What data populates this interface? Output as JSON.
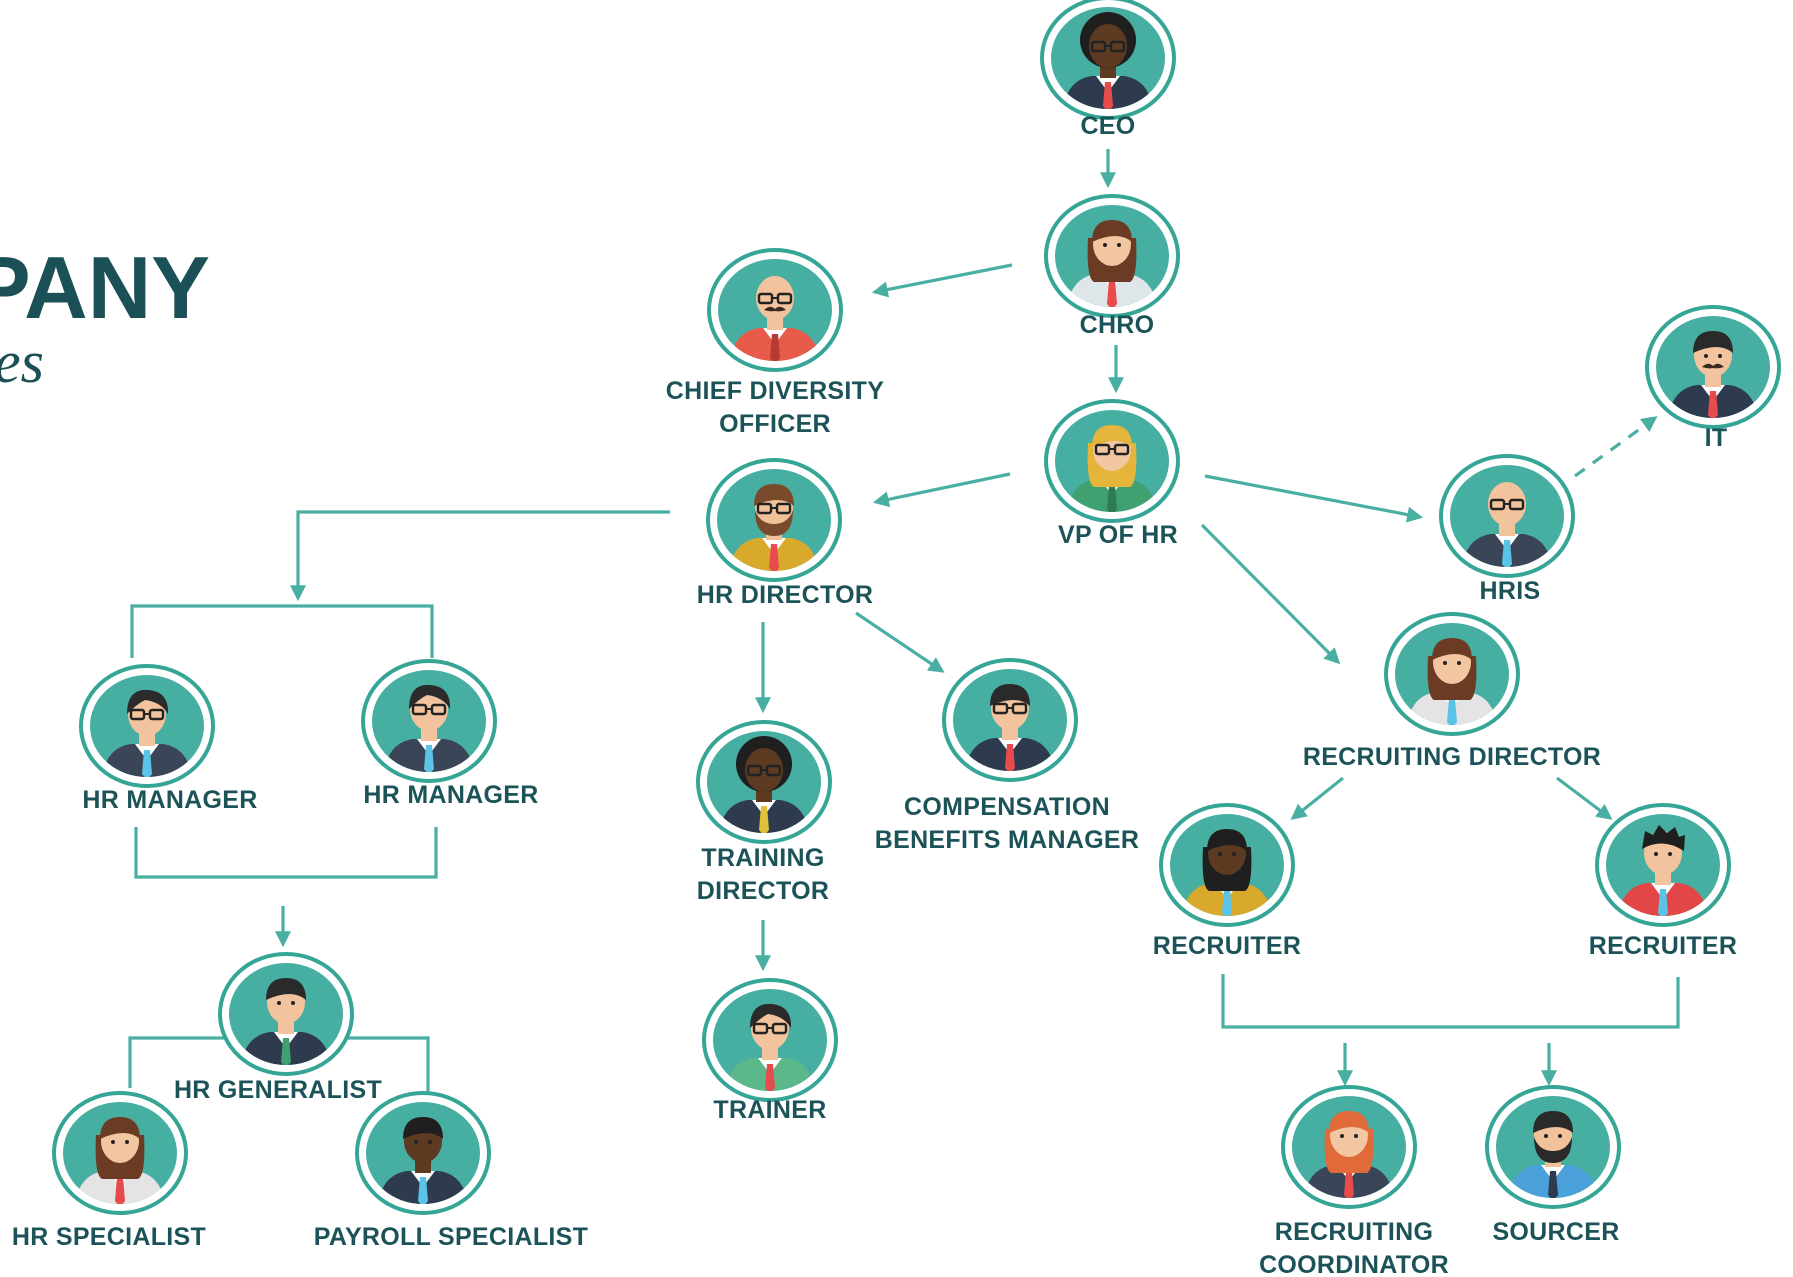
{
  "title": {
    "main": "PANY",
    "sub": "es"
  },
  "colors": {
    "accent": "#4aafa3",
    "label": "#1c5358",
    "ring": "#35a596",
    "face_bg": "#46afa2"
  },
  "nodes": [
    {
      "id": "ceo",
      "label": [
        "CEO"
      ],
      "icon": "ceo-avatar-icon"
    },
    {
      "id": "chro",
      "label": [
        "CHRO"
      ],
      "icon": "chro-avatar-icon"
    },
    {
      "id": "cdo",
      "label": [
        "CHIEF DIVERSITY",
        "OFFICER"
      ],
      "icon": "chief-diversity-officer-avatar-icon"
    },
    {
      "id": "vphr",
      "label": [
        "VP OF HR"
      ],
      "icon": "vp-of-hr-avatar-icon"
    },
    {
      "id": "it",
      "label": [
        "IT"
      ],
      "icon": "it-avatar-icon"
    },
    {
      "id": "hris",
      "label": [
        "HRIS"
      ],
      "icon": "hris-avatar-icon"
    },
    {
      "id": "hrdir",
      "label": [
        "HR DIRECTOR"
      ],
      "icon": "hr-director-avatar-icon"
    },
    {
      "id": "recdir",
      "label": [
        "RECRUITING DIRECTOR"
      ],
      "icon": "recruiting-director-avatar-icon"
    },
    {
      "id": "hrm1",
      "label": [
        "HR MANAGER"
      ],
      "icon": "hr-manager-avatar-icon"
    },
    {
      "id": "hrm2",
      "label": [
        "HR MANAGER"
      ],
      "icon": "hr-manager-avatar-icon"
    },
    {
      "id": "train",
      "label": [
        "TRAINING",
        "DIRECTOR"
      ],
      "icon": "training-director-avatar-icon"
    },
    {
      "id": "comp",
      "label": [
        "COMPENSATION",
        "BENEFITS MANAGER"
      ],
      "icon": "compensation-benefits-manager-avatar-icon"
    },
    {
      "id": "rec1",
      "label": [
        "RECRUITER"
      ],
      "icon": "recruiter-avatar-icon"
    },
    {
      "id": "rec2",
      "label": [
        "RECRUITER"
      ],
      "icon": "recruiter-avatar-icon"
    },
    {
      "id": "gen",
      "label": [
        "HR GENERALIST"
      ],
      "icon": "hr-generalist-avatar-icon"
    },
    {
      "id": "trainer",
      "label": [
        "TRAINER"
      ],
      "icon": "trainer-avatar-icon"
    },
    {
      "id": "spec",
      "label": [
        "HR SPECIALIST"
      ],
      "icon": "hr-specialist-avatar-icon"
    },
    {
      "id": "payroll",
      "label": [
        "PAYROLL SPECIALIST"
      ],
      "icon": "payroll-specialist-avatar-icon"
    },
    {
      "id": "coord",
      "label": [
        "RECRUITING",
        "COORDINATOR"
      ],
      "icon": "recruiting-coordinator-avatar-icon"
    },
    {
      "id": "sourcer",
      "label": [
        "SOURCER"
      ],
      "icon": "sourcer-avatar-icon"
    }
  ],
  "edges": [
    {
      "from": "CEO",
      "to": "CHRO"
    },
    {
      "from": "CHRO",
      "to": "CHIEF DIVERSITY OFFICER"
    },
    {
      "from": "CHRO",
      "to": "VP OF HR"
    },
    {
      "from": "VP OF HR",
      "to": "HR DIRECTOR"
    },
    {
      "from": "VP OF HR",
      "to": "HRIS"
    },
    {
      "from": "VP OF HR",
      "to": "RECRUITING DIRECTOR"
    },
    {
      "from": "HRIS",
      "to": "IT",
      "style": "dashed"
    },
    {
      "from": "HR DIRECTOR",
      "to": "HR MANAGER"
    },
    {
      "from": "HR DIRECTOR",
      "to": "TRAINING DIRECTOR"
    },
    {
      "from": "HR DIRECTOR",
      "to": "COMPENSATION BENEFITS MANAGER"
    },
    {
      "from": "TRAINING DIRECTOR",
      "to": "TRAINER"
    },
    {
      "from": "HR MANAGER",
      "to": "HR GENERALIST"
    },
    {
      "from": "HR GENERALIST",
      "to": "HR SPECIALIST"
    },
    {
      "from": "HR GENERALIST",
      "to": "PAYROLL SPECIALIST"
    },
    {
      "from": "RECRUITING DIRECTOR",
      "to": "RECRUITER"
    },
    {
      "from": "RECRUITER",
      "to": "RECRUITING COORDINATOR"
    },
    {
      "from": "RECRUITER",
      "to": "SOURCER"
    }
  ]
}
